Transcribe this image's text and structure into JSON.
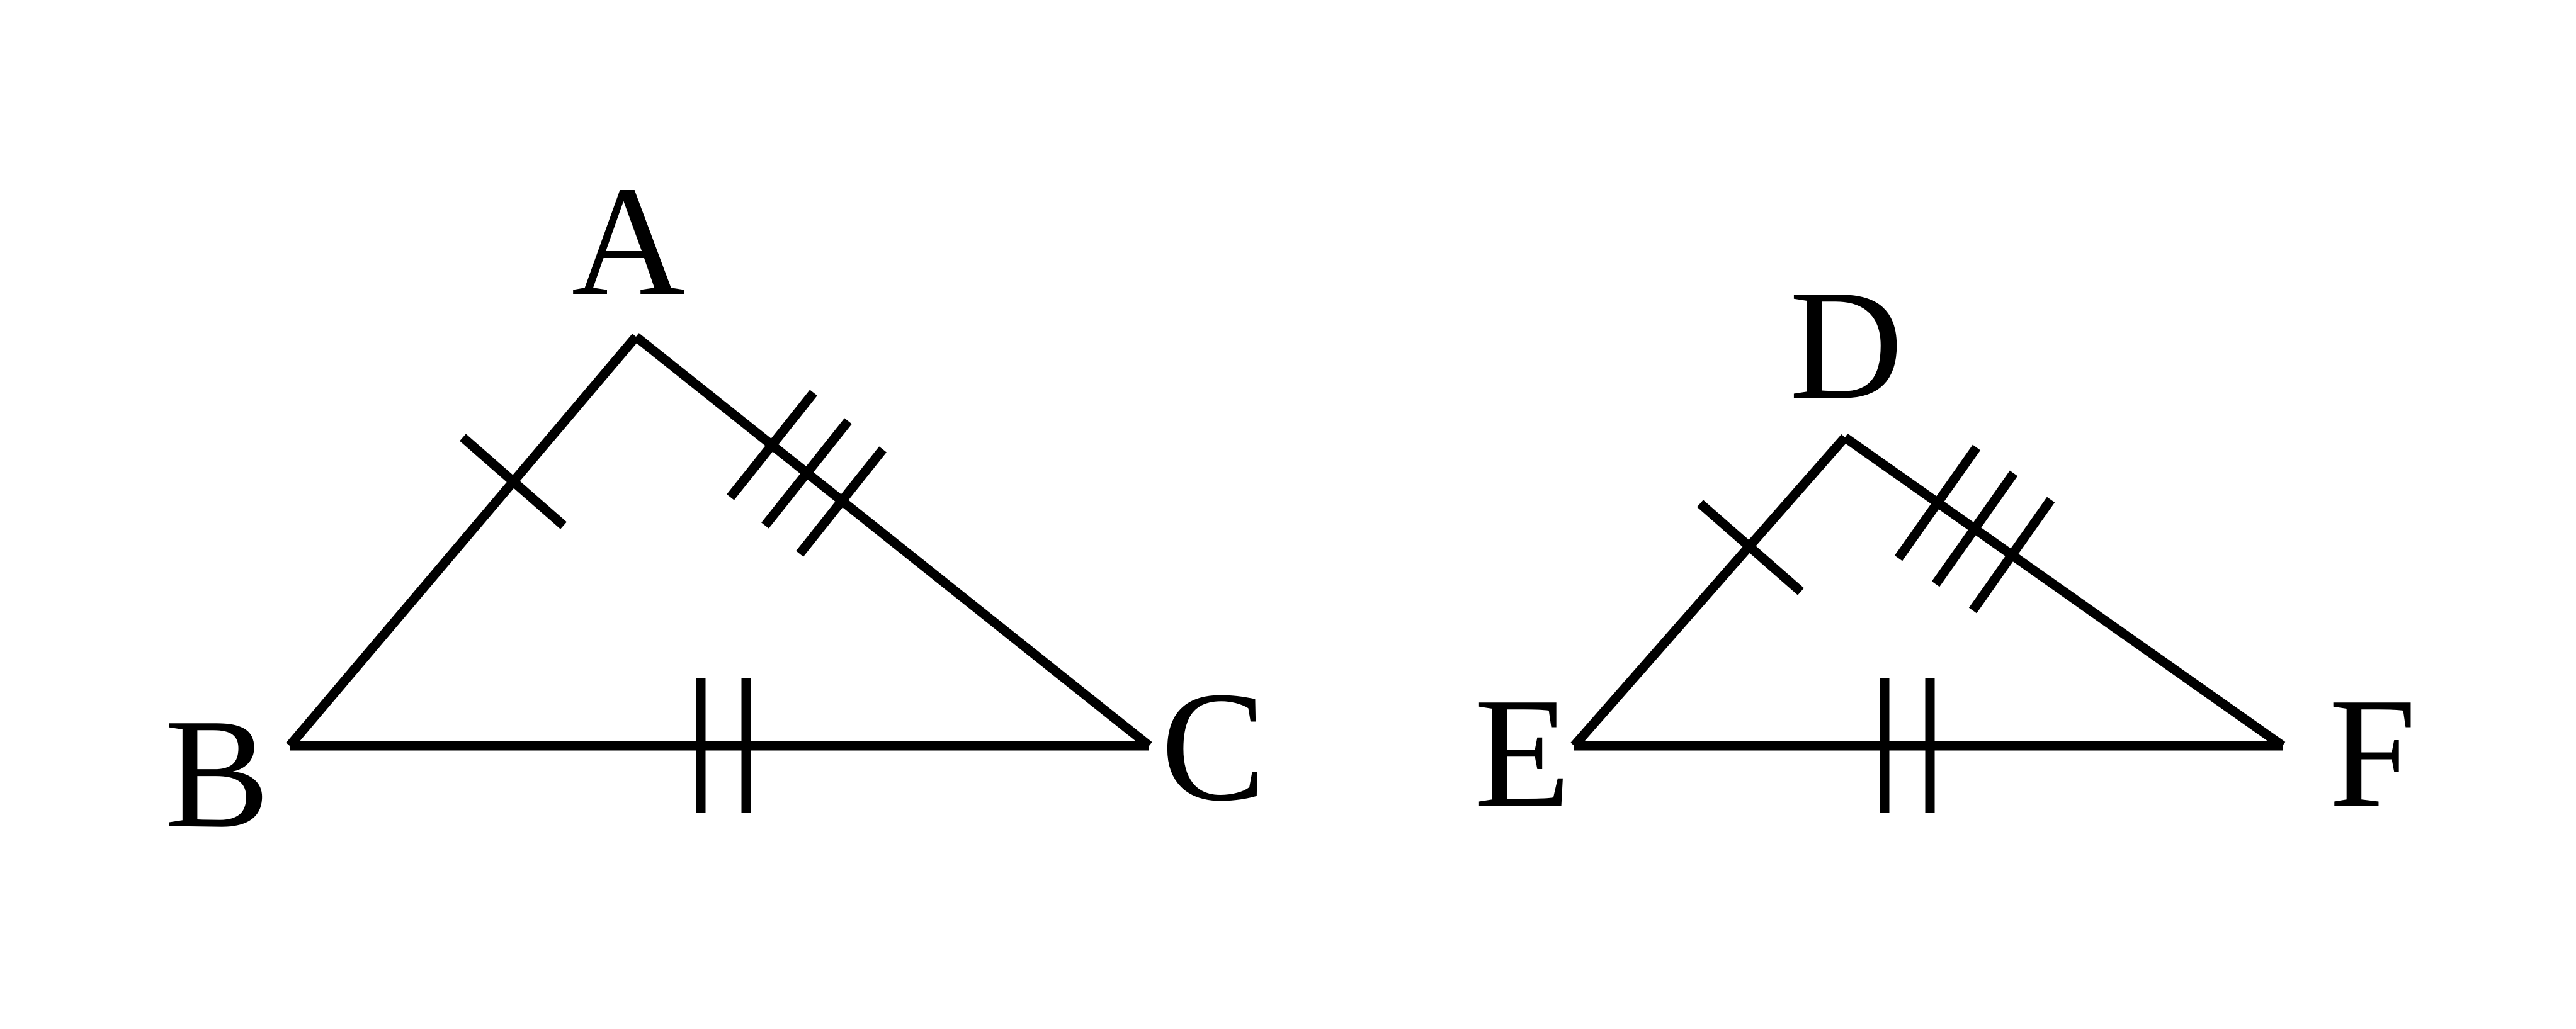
{
  "diagram": {
    "line_color": "#000000",
    "background": "#ffffff",
    "triangles": [
      {
        "name": "ABC",
        "vertices": [
          "A",
          "B",
          "C"
        ],
        "equal_side_marks": {
          "AB": 1,
          "BC": 2,
          "AC": 3
        }
      },
      {
        "name": "DEF",
        "vertices": [
          "D",
          "E",
          "F"
        ],
        "equal_side_marks": {
          "DE": 1,
          "EF": 2,
          "DF": 3
        }
      }
    ],
    "labels": {
      "A": "A",
      "B": "B",
      "C": "C",
      "D": "D",
      "E": "E",
      "F": "F"
    }
  }
}
